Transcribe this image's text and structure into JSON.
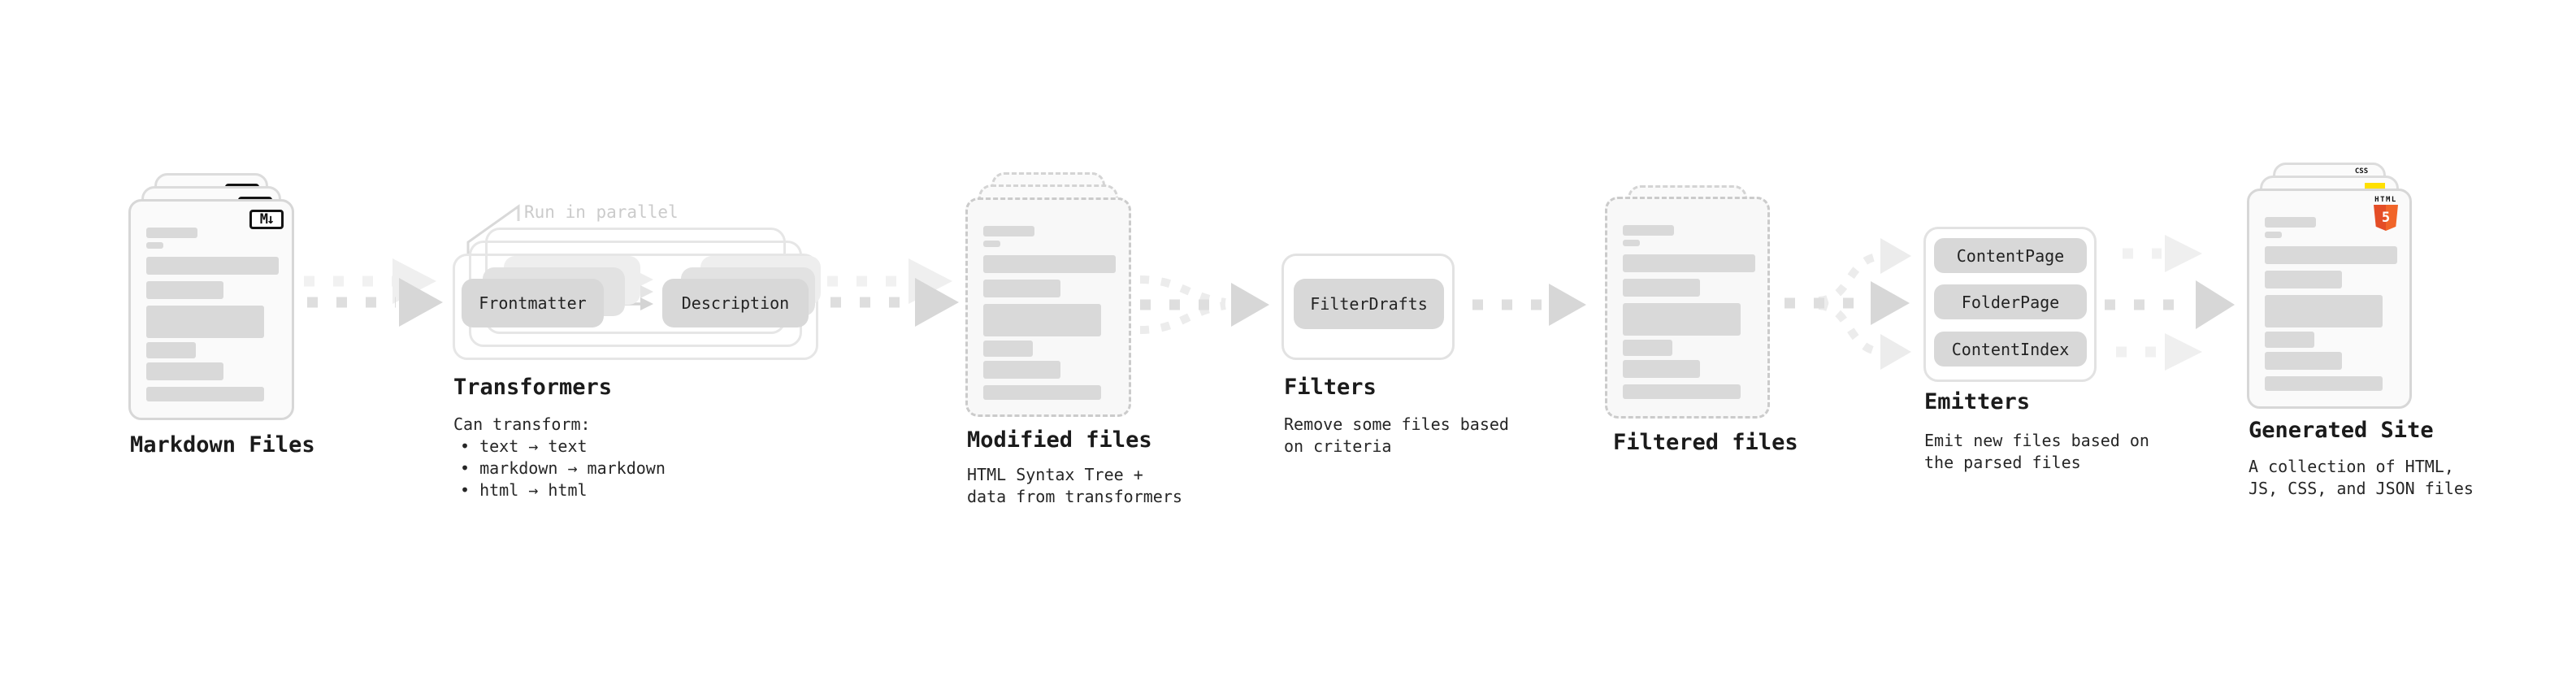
{
  "stages": {
    "markdown": {
      "caption": "Markdown Files"
    },
    "transformers": {
      "caption": "Transformers",
      "note": "Run in parallel",
      "pill_left": "Frontmatter",
      "pill_right": "Description",
      "desc_title": "Can transform:",
      "bullets": [
        "• text → text",
        "• markdown → markdown",
        "• html → html"
      ]
    },
    "modified": {
      "caption": "Modified files",
      "desc_line1": "HTML Syntax Tree +",
      "desc_line2": "data from transformers"
    },
    "filters": {
      "caption": "Filters",
      "pill": "FilterDrafts",
      "desc_line1": "Remove some files based",
      "desc_line2": "on criteria"
    },
    "filtered": {
      "caption": "Filtered files"
    },
    "emitters": {
      "caption": "Emitters",
      "pills": [
        "ContentPage",
        "FolderPage",
        "ContentIndex"
      ],
      "desc_line1": "Emit new files based on",
      "desc_line2": "the parsed files"
    },
    "generated": {
      "caption": "Generated Site",
      "desc_line1": "A collection of HTML,",
      "desc_line2": "JS, CSS, and JSON files"
    }
  },
  "icons": {
    "markdown_badge": "M↓",
    "css_badge": "CSS",
    "html_badge_label": "HTML",
    "html_badge_number": "5"
  },
  "colors": {
    "html_orange_left": "#e44d26",
    "html_orange_right": "#f16529",
    "js_yellow": "#ffe001",
    "css_blue": "#2962ff",
    "card_border": "#d7d7d7",
    "bar_fill": "#d9d9d9",
    "pill_fill": "#d8d8d8",
    "arrow_gray": "#dedede",
    "note_gray": "#cbcbcb",
    "text_dark": "#1f1f1f"
  },
  "skeleton_bars": {
    "tops": [
      32,
      50,
      68,
      98,
      128,
      173,
      198,
      228
    ],
    "widths": [
      63,
      21,
      163,
      95,
      145,
      61,
      95,
      145
    ],
    "heights": [
      13,
      8,
      22,
      22,
      40,
      20,
      22,
      18
    ]
  }
}
